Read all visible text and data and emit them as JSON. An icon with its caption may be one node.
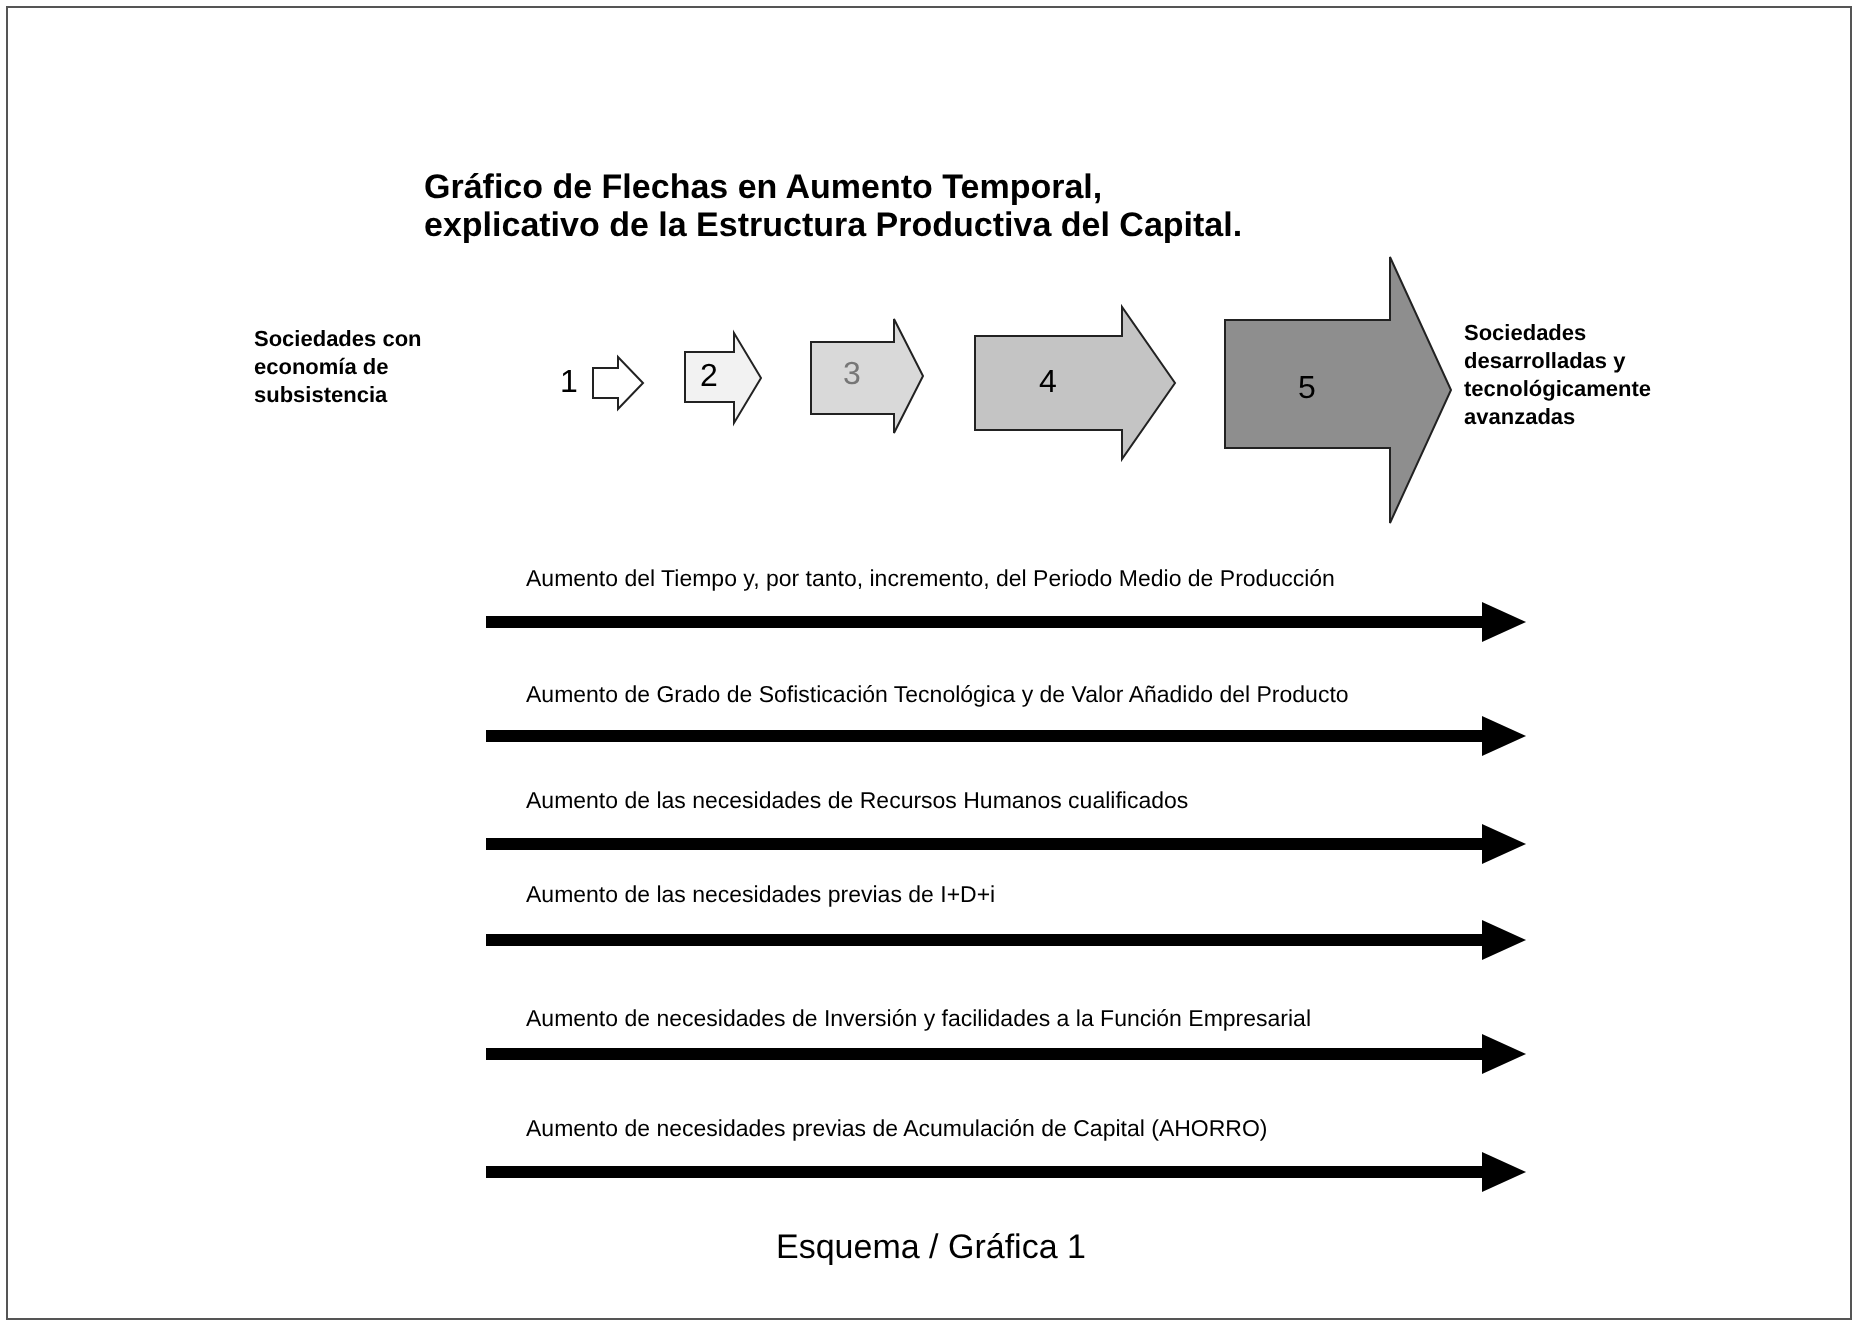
{
  "diagram": {
    "title": "Gráfico de Flechas en Aumento Temporal, explicativo de la Estructura Productiva del Capital.",
    "caption": "Esquema / Gráfica 1",
    "nodes": [
      {
        "text": [],
        "shape": "arrow",
        "beside": [
          "1"
        ]
      },
      {
        "text": [
          "2"
        ]
      },
      {
        "text": [
          "3"
        ]
      },
      {
        "text": [
          "4"
        ]
      },
      {
        "text": [
          "5"
        ]
      }
    ],
    "labels": [
      "Sociedades con economía de subsistencia",
      "Sociedades desarrolladas y tecnológicamente avanzadas",
      "Aumento del Tiempo y, por tanto, incremento, del Periodo Medio de Producción",
      "Aumento de Grado de Sofisticación Tecnológica y de Valor Añadido del Producto",
      "Aumento de las necesidades de Recursos Humanos cualificados",
      "Aumento de las necesidades previas de I+D+i",
      "Aumento de necesidades de Inversión y facilidades a la Función Empresarial",
      "Aumento de necesidades previas de Acumulación de Capital (AHORRO)"
    ]
  }
}
